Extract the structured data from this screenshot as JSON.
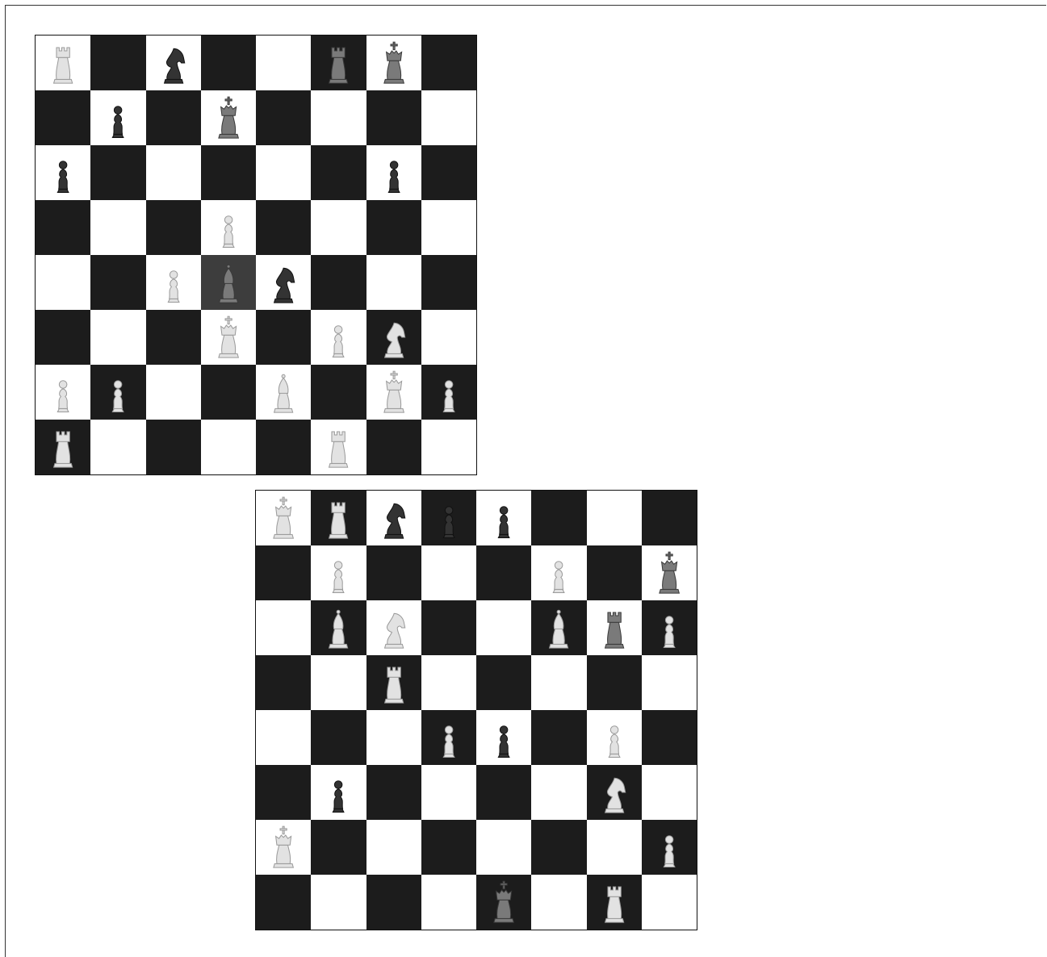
{
  "colors": {
    "light_square": "#ffffff",
    "dark_square": "#1c1c1c",
    "highlight_square": "#3d3d3d",
    "white_piece": "#e2e2e2",
    "black_piece": "#333333",
    "gray_piece": "#7a7a7a"
  },
  "boards": [
    {
      "name": "board-1",
      "top_left_light": true,
      "highlight": [
        "4,3"
      ],
      "ranks": [
        [
          "wR",
          "",
          "bN",
          "",
          "",
          "gR",
          "gK",
          ""
        ],
        [
          "",
          "bP",
          "",
          "gK",
          "",
          "",
          "",
          ""
        ],
        [
          "bP",
          "",
          "",
          "",
          "",
          "",
          "bP",
          ""
        ],
        [
          "",
          "",
          "",
          "wP",
          "",
          "",
          "",
          ""
        ],
        [
          "",
          "",
          "wP",
          "gB",
          "bN",
          "",
          "",
          ""
        ],
        [
          "",
          "",
          "",
          "wK",
          "",
          "wP",
          "wN",
          ""
        ],
        [
          "wP",
          "wP",
          "",
          "",
          "wB",
          "",
          "wK",
          "wP"
        ],
        [
          "wR",
          "",
          "",
          "",
          "",
          "wR",
          "",
          ""
        ]
      ]
    },
    {
      "name": "board-2",
      "top_left_light": true,
      "highlight": [],
      "ranks": [
        [
          "wK",
          "wR",
          "bN",
          "bP",
          "bP",
          "",
          "",
          ""
        ],
        [
          "",
          "wP",
          "",
          "",
          "",
          "wP",
          "",
          "gK"
        ],
        [
          "",
          "wB",
          "wN",
          "",
          "",
          "wB",
          "gR",
          "wP"
        ],
        [
          "",
          "",
          "wR",
          "",
          "",
          "",
          "",
          ""
        ],
        [
          "",
          "",
          "",
          "wP",
          "bP",
          "",
          "wP",
          ""
        ],
        [
          "",
          "bP",
          "",
          "",
          "",
          "",
          "wN",
          ""
        ],
        [
          "wK",
          "",
          "",
          "",
          "",
          "",
          "",
          "wP"
        ],
        [
          "",
          "",
          "",
          "",
          "gK",
          "",
          "wR",
          ""
        ]
      ]
    }
  ],
  "piece_names": {
    "P": "pawn",
    "R": "rook",
    "N": "knight",
    "B": "bishop",
    "K": "king"
  }
}
